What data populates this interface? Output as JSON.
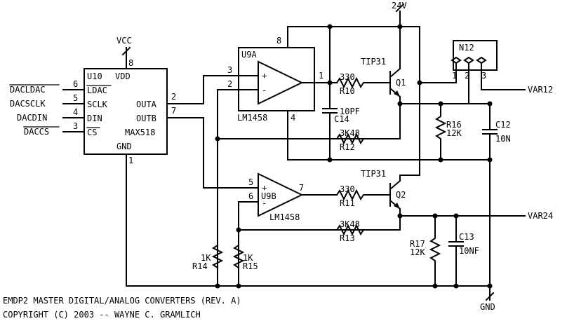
{
  "supplies": {
    "vcc": "VCC",
    "v24": "24V",
    "gnd": "GND"
  },
  "u10": {
    "ref": "U10",
    "vdd": "VDD",
    "part": "MAX518",
    "gnd": "GND",
    "pins": {
      "vdd": "8",
      "ldac": "6",
      "sclk": "5",
      "din": "4",
      "cs": "3",
      "outa": "2",
      "outb": "7",
      "gnd": "1"
    },
    "labels": {
      "ldac": "LDAC",
      "sclk": "SCLK",
      "din": "DIN",
      "cs": "CS",
      "outa": "OUTA",
      "outb": "OUTB"
    }
  },
  "inputs": {
    "dacldac": "DACLDAC",
    "dacsclk": "DACSCLK",
    "dacdin": "DACDIN",
    "daccs": "DACCS"
  },
  "u9a": {
    "ref": "U9A",
    "part": "LM1458",
    "pin_plus": "3",
    "pin_minus": "2",
    "pin_out": "1",
    "pin_v8": "8",
    "pin_v4": "4",
    "plus": "+",
    "minus": "-"
  },
  "u9b": {
    "ref": "U9B",
    "part": "LM1458",
    "pin_plus": "5",
    "pin_minus": "6",
    "pin_out": "7",
    "plus": "+",
    "minus": "-"
  },
  "components": {
    "r10": {
      "value": "330",
      "ref": "R10"
    },
    "r11": {
      "value": "330",
      "ref": "R11"
    },
    "r12": {
      "value": "3K48",
      "ref": "R12"
    },
    "r13": {
      "value": "3K48",
      "ref": "R13"
    },
    "r14": {
      "value": "1K",
      "ref": "R14"
    },
    "r15": {
      "value": "1K",
      "ref": "R15"
    },
    "r16": {
      "ref": "R16",
      "value": "12K"
    },
    "r17": {
      "ref": "R17",
      "value": "12K"
    },
    "c14": {
      "value": "10PF",
      "ref": "C14"
    },
    "c12": {
      "ref": "C12",
      "value": "10N"
    },
    "c13": {
      "ref": "C13",
      "value": "10NF"
    },
    "q1": {
      "part": "TIP31",
      "ref": "Q1"
    },
    "q2": {
      "part": "TIP31",
      "ref": "Q2"
    }
  },
  "n12": {
    "ref": "N12",
    "pin1": "1",
    "pin2": "2",
    "pin3": "3"
  },
  "outputs": {
    "var12": "VAR12",
    "var24": "VAR24"
  },
  "footer": {
    "line1": "EMDP2 MASTER DIGITAL/ANALOG CONVERTERS (REV. A)",
    "line2": "COPYRIGHT (C) 2003 -- WAYNE C. GRAMLICH"
  },
  "colors": {
    "ink": "#000000",
    "paper": "#ffffff"
  }
}
